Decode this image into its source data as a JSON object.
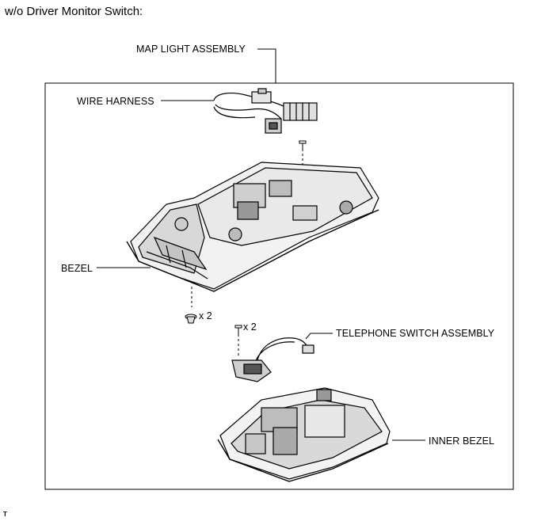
{
  "heading": "w/o Driver Monitor Switch:",
  "labels": {
    "map_light_assembly": "MAP LIGHT ASSEMBLY",
    "wire_harness": "WIRE HARNESS",
    "bezel": "BEZEL",
    "telephone_switch_assembly": "TELEPHONE SWITCH ASSEMBLY",
    "inner_bezel": "INNER BEZEL"
  },
  "quantities": {
    "bezel_clip": "x 2",
    "telephone_screw": "x 2"
  },
  "illustration_code": "T"
}
